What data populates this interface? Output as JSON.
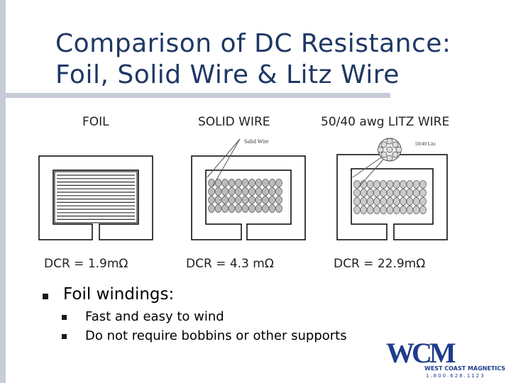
{
  "slide": {
    "title_line1": "Comparison of DC Resistance:",
    "title_line2": "Foil, Solid Wire & Litz Wire"
  },
  "columns": [
    {
      "label": "FOIL",
      "dcr": "DCR = 1.9mΩ"
    },
    {
      "label": "SOLID WIRE",
      "dcr": "DCR = 4.3 mΩ",
      "diagram_label": "Solid Wire"
    },
    {
      "label": "50/40 awg LITZ WIRE",
      "dcr": "DCR = 22.9mΩ",
      "diagram_label": "50/40 Litz"
    }
  ],
  "bullets": {
    "main": "Foil windings:",
    "sub": [
      "Fast and easy to wind",
      "Do not require bobbins or other supports"
    ]
  },
  "logo": {
    "mark": "WCM",
    "name": "WEST COAST MAGNETICS",
    "phone": "1.800.628.1123"
  },
  "colors": {
    "title": "#1f3864",
    "frame": "#c8ccd8",
    "logo": "#1f3c8c"
  }
}
